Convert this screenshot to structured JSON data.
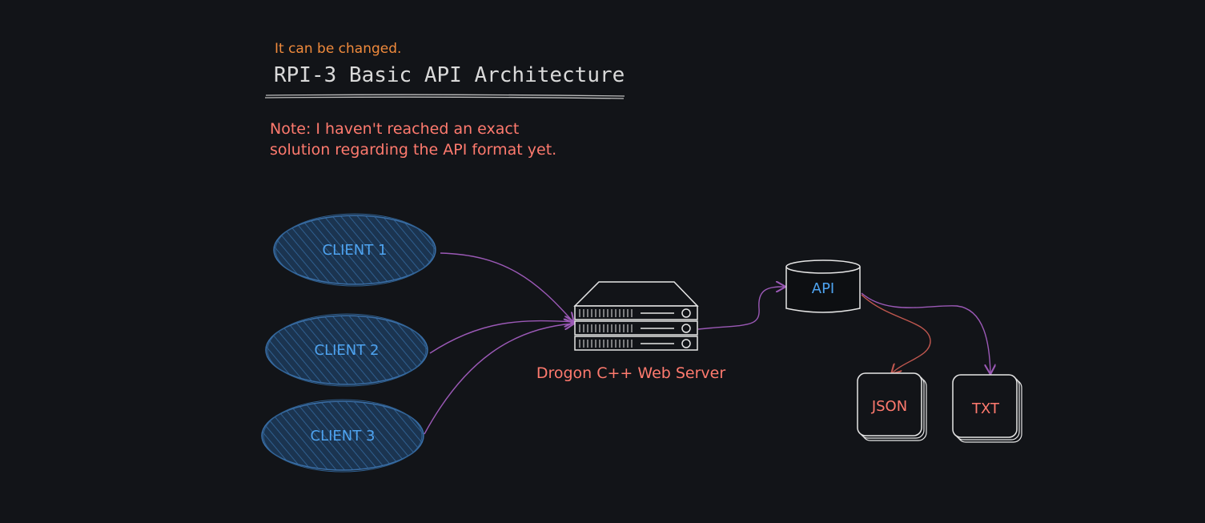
{
  "diagram": {
    "subtitle_note": "It can be changed.",
    "title": "RPI-3 Basic API Architecture",
    "note_lines": [
      "Note: I haven't reached an exact",
      "solution regarding the API format yet."
    ],
    "clients": [
      {
        "label": "CLIENT 1"
      },
      {
        "label": "CLIENT 2"
      },
      {
        "label": "CLIENT 3"
      }
    ],
    "server": {
      "label": "Drogon C++ Web Server"
    },
    "api": {
      "label": "API"
    },
    "outputs": [
      {
        "label": "JSON"
      },
      {
        "label": "TXT"
      }
    ]
  },
  "colors": {
    "background": "#121418",
    "orange_text": "#f08a3c",
    "title_text": "#d9d9d9",
    "note_text": "#ff7a6e",
    "client_fill": "#1c3a5a",
    "client_stroke": "#3a6fa8",
    "client_text": "#4ea3f0",
    "arrow_purple": "#9b59b6",
    "arrow_red": "#c0574f",
    "server_stroke": "#e6e6e6",
    "server_label": "#ff7a6e",
    "api_text": "#4ea3f0",
    "file_text": "#ff7a6e"
  }
}
